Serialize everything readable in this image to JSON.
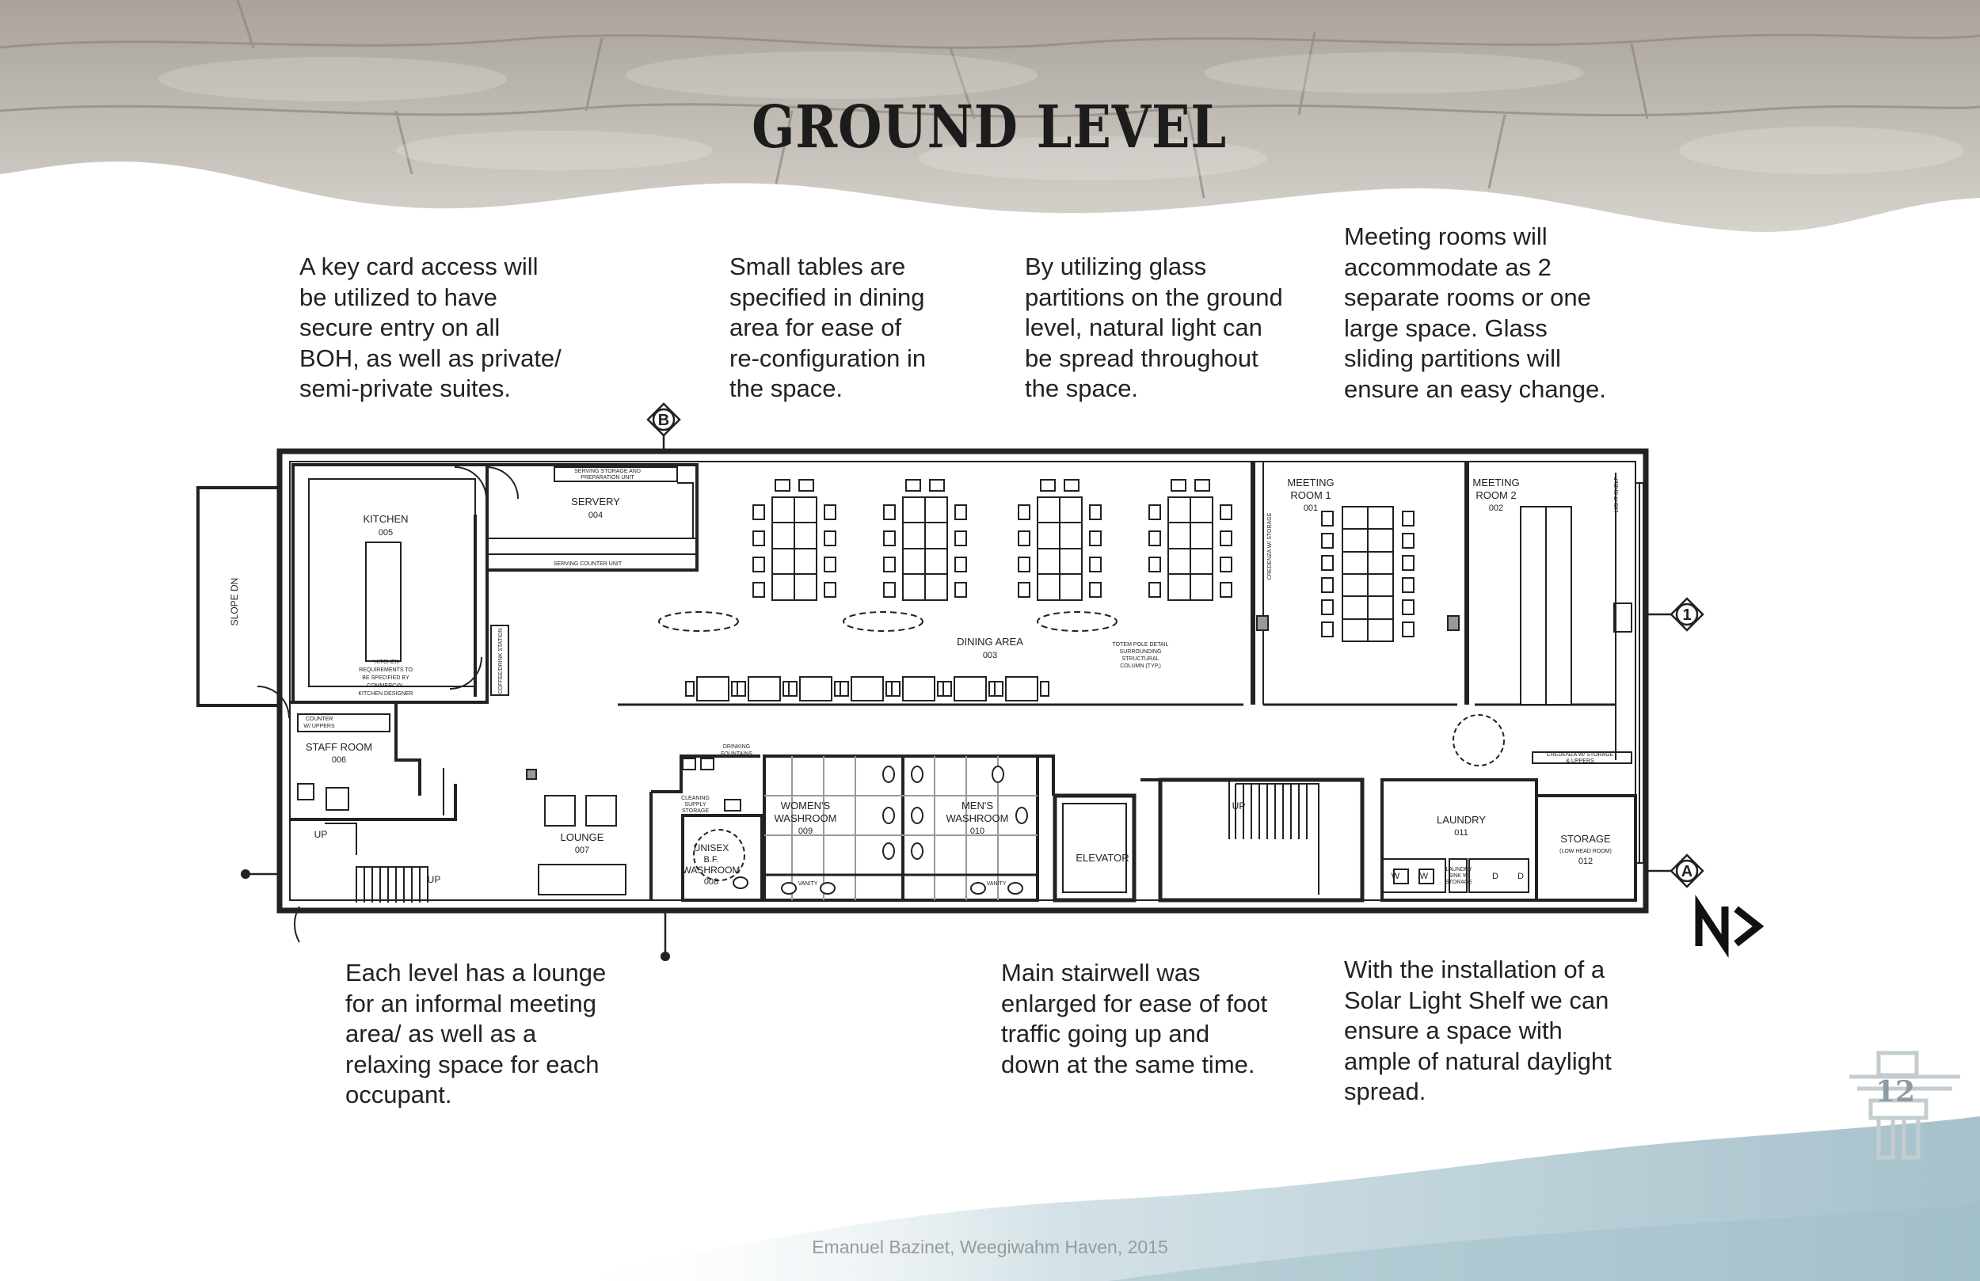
{
  "page": {
    "title": "GROUND LEVEL",
    "footer": "Emanuel Bazinet, Weegiwahm Haven, 2015",
    "page_number": "12"
  },
  "notes": {
    "key_card": [
      "A key card access will",
      "be utilized to have",
      "secure entry on all",
      "BOH, as well as private/",
      "semi-private suites."
    ],
    "small_tables": [
      "Small tables are",
      "specified in dining",
      "area for ease of",
      "re-configuration in",
      "the space."
    ],
    "glass": [
      "By utilizing glass",
      "partitions on the ground",
      "level, natural light can",
      "be spread throughout",
      "the space."
    ],
    "meeting_rooms": [
      "Meeting rooms will",
      "accommodate as 2",
      "separate rooms or one",
      "large space. Glass",
      "sliding partitions will",
      "ensure an easy change."
    ],
    "lounge": [
      "Each level has a lounge",
      "for an informal meeting",
      "area/ as well as a",
      "relaxing space for each",
      "occupant."
    ],
    "stairwell": [
      "Main stairwell was",
      "enlarged for ease of foot",
      "traffic going up and",
      "down at the same time."
    ],
    "light_shelf": [
      "With the installation of a",
      "Solar Light Shelf we can",
      "ensure a space with",
      "ample of natural daylight",
      "spread."
    ]
  },
  "plan": {
    "rooms": {
      "kitchen": {
        "name": "KITCHEN",
        "num": "005"
      },
      "servery": {
        "name": "SERVERY",
        "num": "004"
      },
      "dining": {
        "name": "DINING AREA",
        "num": "003"
      },
      "meeting1": {
        "name1": "MEETING",
        "name2": "ROOM 1",
        "num": "001"
      },
      "meeting2": {
        "name1": "MEETING",
        "name2": "ROOM 2",
        "num": "002"
      },
      "staff": {
        "name": "STAFF ROOM",
        "num": "006"
      },
      "lounge": {
        "name": "LOUNGE",
        "num": "007"
      },
      "unisex": {
        "name1": "UNISEX",
        "name2": "B.F.",
        "name3": "WASHROOM",
        "num": "008"
      },
      "womens": {
        "name1": "WOMEN'S",
        "name2": "WASHROOM",
        "num": "009"
      },
      "mens": {
        "name1": "MEN'S",
        "name2": "WASHROOM",
        "num": "010"
      },
      "laundry": {
        "name": "LAUNDRY",
        "num": "011"
      },
      "storage": {
        "name": "STORAGE",
        "sub": "(LOW HEAD ROOM)",
        "num": "012"
      },
      "elevator": {
        "name": "ELEVATOR"
      }
    },
    "small_labels": {
      "serving_storage": "SERVING STORAGE AND",
      "prep_unit": "PREPARATION UNIT",
      "serving_counter": "SERVING COUNTER UNIT",
      "kitchen_req": [
        "*KITCHEN",
        "REQUIREMENTS TO",
        "BE SPECIFIED BY",
        "COMMERCIAL",
        "KITCHEN DESIGNER"
      ],
      "coffee": "COFFEE/DRINK STATION",
      "counter": [
        "COUNTER",
        "W/ UPPERS"
      ],
      "slope": "SLOPE DN",
      "totem": [
        "TOTEM POLE DETAIL",
        "SURROUNDING",
        "STRUCTURAL",
        "COLUMN (TYP.)"
      ],
      "credenza_1": "CREDENZA W/ STORAGE",
      "credenza_2": [
        "CREDENZA W/ STORAGE",
        "& UPPERS"
      ],
      "light_shelf": "LIGHT SHELF",
      "drinking": [
        "DRINKING",
        "FOUNTAINS"
      ],
      "cleaning": [
        "CLEANING",
        "SUPPLY",
        "STORAGE"
      ],
      "vanity": "VANITY",
      "laundry_sink": [
        "LAUNDRY",
        "SINK W/",
        "STORAGE"
      ],
      "up": "UP",
      "washer": "W",
      "dryer": "D"
    },
    "markers": {
      "b": "B",
      "one": "1",
      "a": "A"
    }
  },
  "colors": {
    "ink": "#222222",
    "stone": "#b9b3aa",
    "water": "#a9c3cd"
  }
}
